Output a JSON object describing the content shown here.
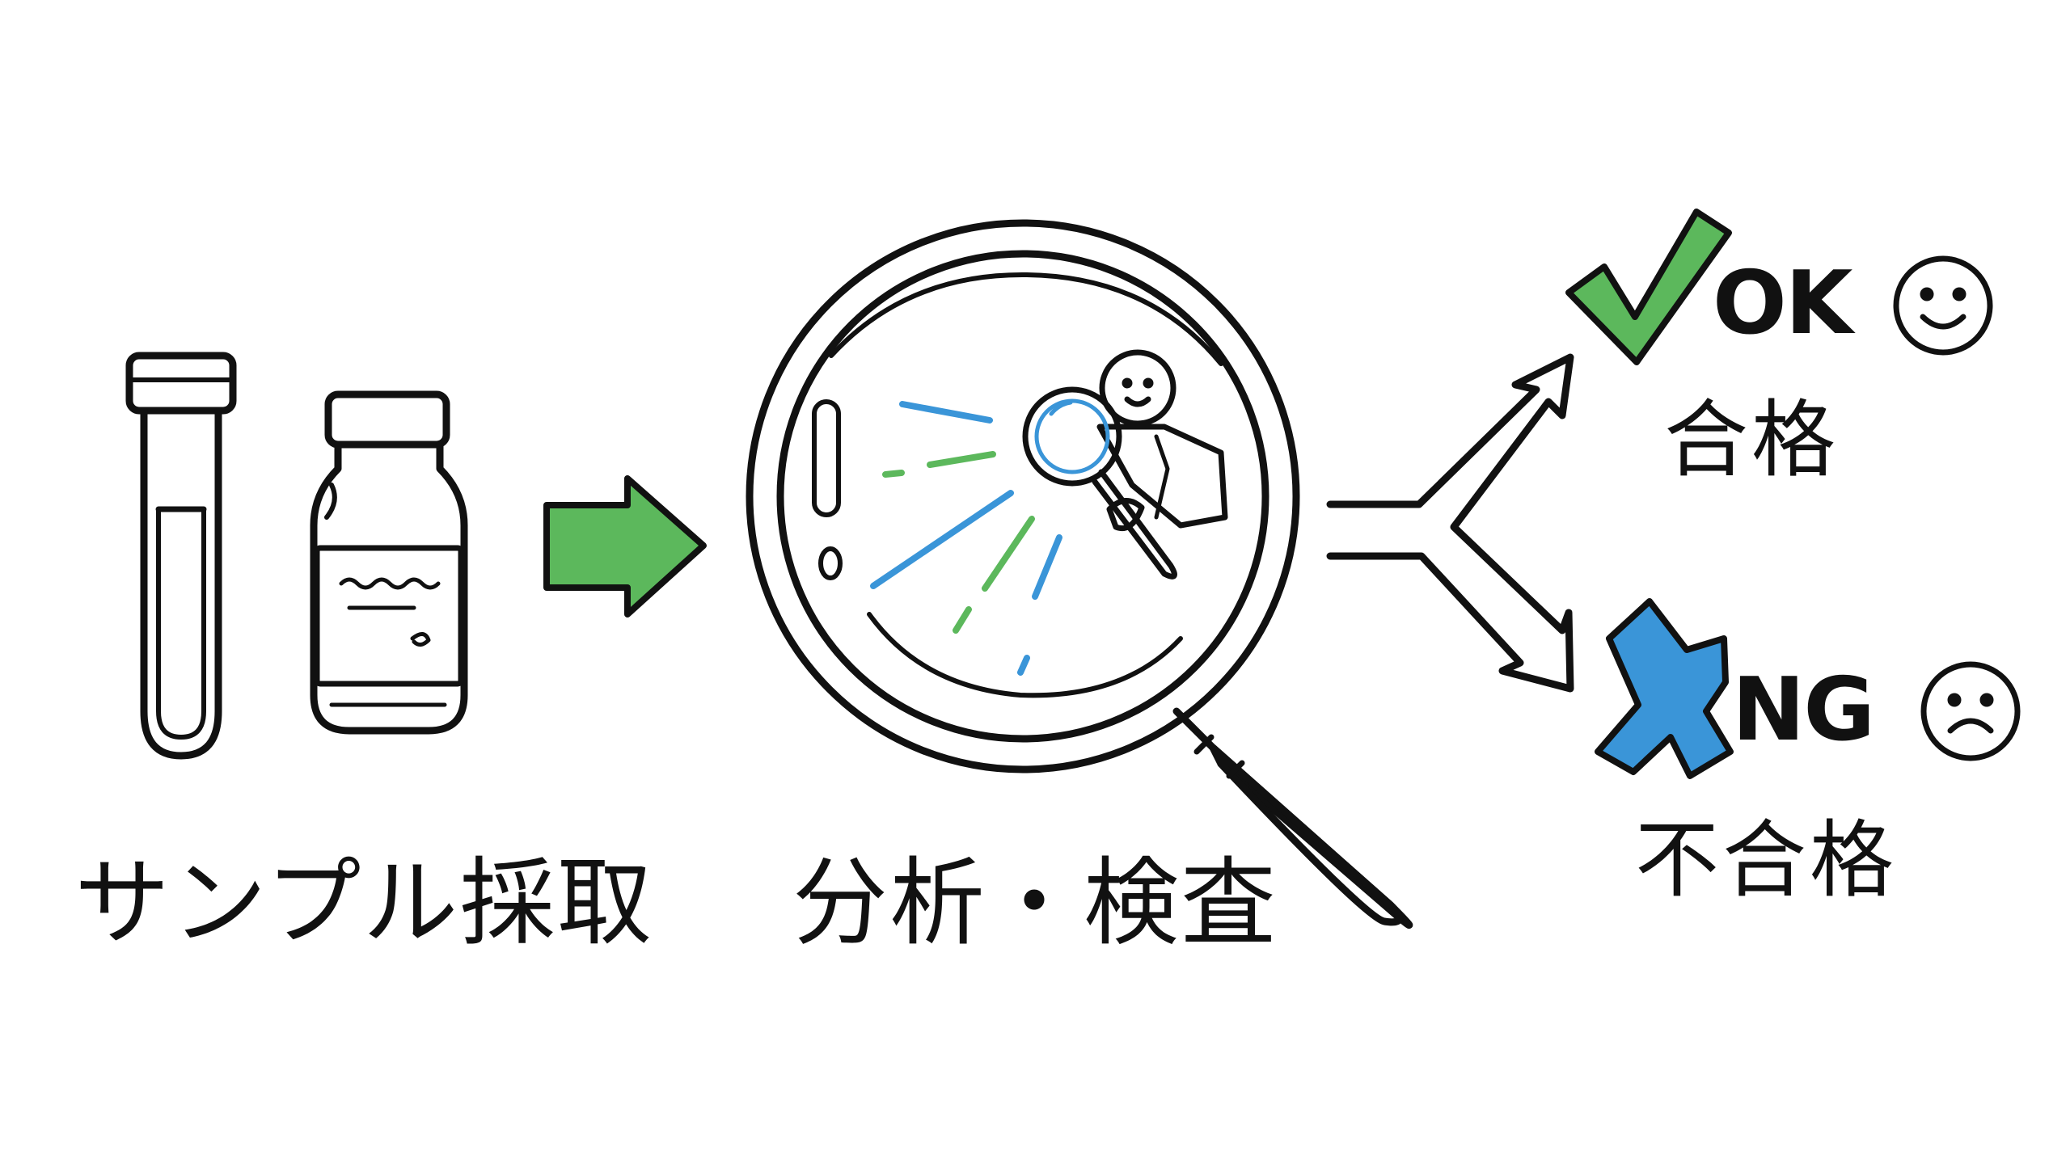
{
  "steps": [
    {
      "label": "サンプル採取"
    },
    {
      "label": "分析・検査"
    }
  ],
  "results": {
    "ok": {
      "code": "OK",
      "label": "合格"
    },
    "ng": {
      "code": "NG",
      "label": "不合格"
    }
  },
  "colors": {
    "ink": "#111111",
    "green": "#5cb85c",
    "blue": "#3a95d8",
    "background": "#ffffff"
  },
  "icons": [
    "test-tube-icon",
    "vial-icon",
    "right-arrow-icon",
    "magnifying-glass-icon",
    "scientist-icon",
    "branch-arrow-icon",
    "check-mark-icon",
    "cross-mark-icon",
    "smiley-face-icon",
    "sad-face-icon"
  ]
}
